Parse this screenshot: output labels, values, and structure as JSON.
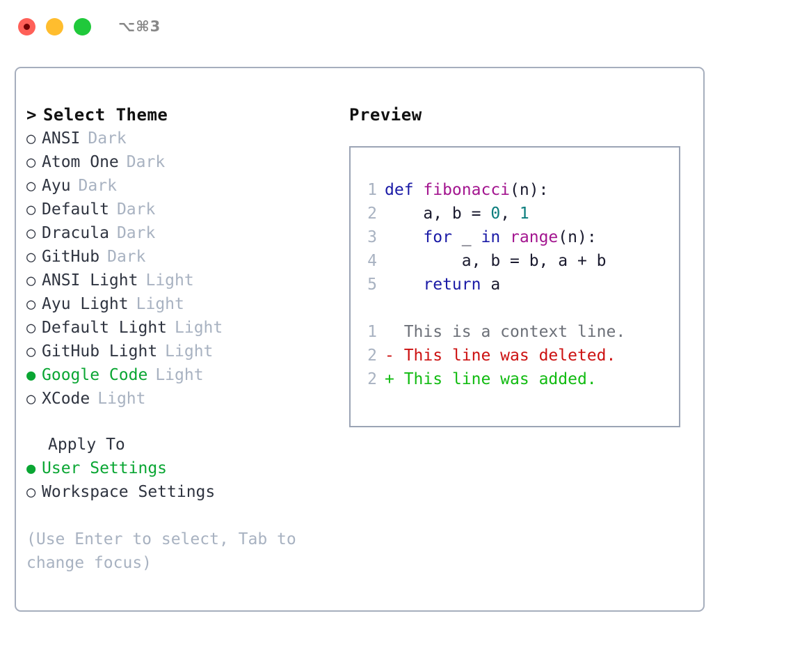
{
  "window": {
    "title": "⌥⌘3",
    "controls": [
      {
        "name": "close",
        "color": "#ff6058"
      },
      {
        "name": "minimize",
        "color": "#ffbd2e"
      },
      {
        "name": "maximize",
        "color": "#20c93b"
      }
    ]
  },
  "colors": {
    "accent_green": "#0aa633",
    "muted": "#a8b2c1",
    "text": "#2f3440",
    "panel_border": "#a6aebd",
    "code_border": "#9ba4b5",
    "diff_add": "#11bb11",
    "diff_del": "#cc1111",
    "diff_ctx": "#6c7078",
    "kw": "#1a1aa6",
    "fn": "#a3158f",
    "num": "#0a7d7d"
  },
  "left": {
    "header_caret": ">",
    "header": "Select Theme",
    "radio_on": "●",
    "radio_off": "○",
    "themes": [
      {
        "name": "ANSI",
        "tag": "Dark",
        "selected": false
      },
      {
        "name": "Atom One",
        "tag": "Dark",
        "selected": false
      },
      {
        "name": "Ayu",
        "tag": "Dark",
        "selected": false
      },
      {
        "name": "Default",
        "tag": "Dark",
        "selected": false
      },
      {
        "name": "Dracula",
        "tag": "Dark",
        "selected": false
      },
      {
        "name": "GitHub",
        "tag": "Dark",
        "selected": false
      },
      {
        "name": "ANSI Light",
        "tag": "Light",
        "selected": false
      },
      {
        "name": "Ayu Light",
        "tag": "Light",
        "selected": false
      },
      {
        "name": "Default Light",
        "tag": "Light",
        "selected": false
      },
      {
        "name": "GitHub Light",
        "tag": "Light",
        "selected": false
      },
      {
        "name": "Google Code",
        "tag": "Light",
        "selected": true
      },
      {
        "name": "XCode",
        "tag": "Light",
        "selected": false
      }
    ],
    "apply_to_header": "Apply To",
    "apply_to": [
      {
        "name": "User Settings",
        "selected": true
      },
      {
        "name": "Workspace Settings",
        "selected": false
      }
    ],
    "hint": "(Use Enter to select, Tab to change focus)"
  },
  "right": {
    "header": "Preview",
    "code_lines": [
      {
        "no": "1",
        "tokens": [
          {
            "t": "def ",
            "c": "tok-kw"
          },
          {
            "t": "fibonacci",
            "c": "tok-fn"
          },
          {
            "t": "(n):",
            "c": "tok-punc"
          }
        ]
      },
      {
        "no": "2",
        "tokens": [
          {
            "t": "    a, b = ",
            "c": "tok-txt"
          },
          {
            "t": "0",
            "c": "tok-num"
          },
          {
            "t": ", ",
            "c": "tok-txt"
          },
          {
            "t": "1",
            "c": "tok-num"
          }
        ]
      },
      {
        "no": "3",
        "tokens": [
          {
            "t": "    ",
            "c": "tok-txt"
          },
          {
            "t": "for",
            "c": "tok-kw"
          },
          {
            "t": " _ ",
            "c": "tok-txt"
          },
          {
            "t": "in",
            "c": "tok-kw"
          },
          {
            "t": " ",
            "c": "tok-txt"
          },
          {
            "t": "range",
            "c": "tok-fn"
          },
          {
            "t": "(n):",
            "c": "tok-punc"
          }
        ]
      },
      {
        "no": "4",
        "tokens": [
          {
            "t": "        a, b = b, a + b",
            "c": "tok-txt"
          }
        ]
      },
      {
        "no": "5",
        "tokens": [
          {
            "t": "    ",
            "c": "tok-txt"
          },
          {
            "t": "return",
            "c": "tok-kw"
          },
          {
            "t": " a",
            "c": "tok-txt"
          }
        ]
      }
    ],
    "diff_lines": [
      {
        "no": "1",
        "marker": " ",
        "text": " This is a context line.",
        "kind": "diff-ctx"
      },
      {
        "no": "2",
        "marker": "-",
        "text": " This line was deleted.",
        "kind": "diff-del"
      },
      {
        "no": "2",
        "marker": "+",
        "text": " This line was added.",
        "kind": "diff-add"
      }
    ]
  }
}
